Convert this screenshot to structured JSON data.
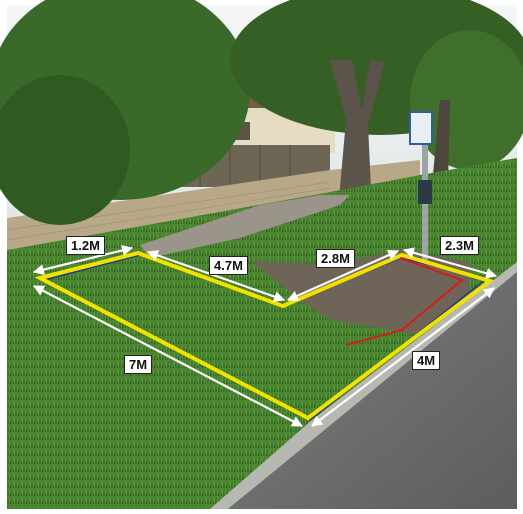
{
  "colors": {
    "outline": "#f2e200",
    "arrow": "#ffffff",
    "bay_outline": "#d81b1b",
    "bay_inner": "#1f3a8a",
    "grass": "#3f7a2a",
    "road": "#6e6f70",
    "wall": "#b9a888",
    "sky": "#eef1f3"
  },
  "measurements": {
    "m_1_2": "1.2M",
    "m_4_7": "4.7M",
    "m_2_8": "2.8M",
    "m_2_3": "2.3M",
    "m_7": "7M",
    "m_4": "4M"
  }
}
